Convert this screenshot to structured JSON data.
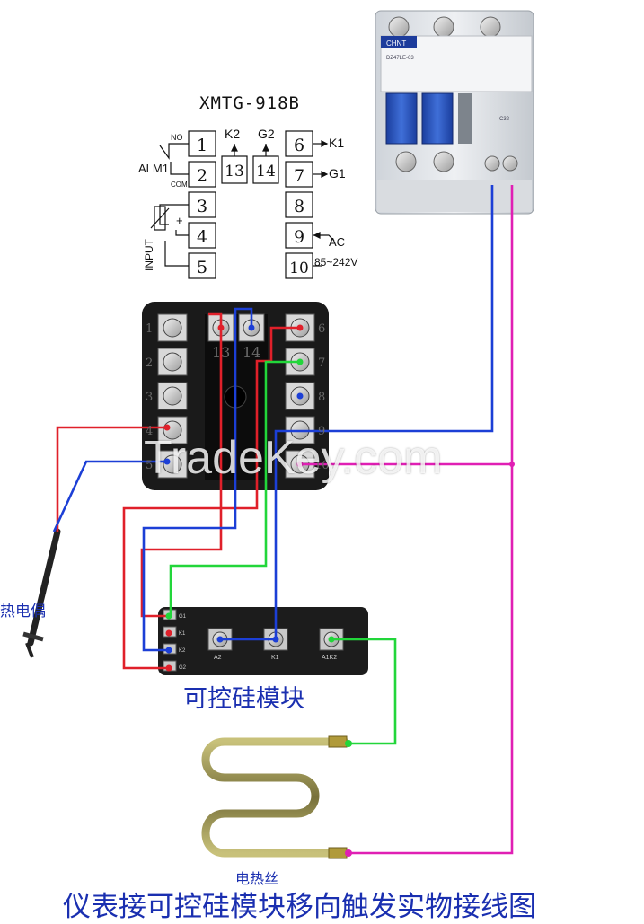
{
  "diagram": {
    "model": "XMTG-918B",
    "terminals_left": [
      "1",
      "2",
      "3",
      "4",
      "5"
    ],
    "terminals_mid": [
      "13",
      "14"
    ],
    "terminals_right": [
      "6",
      "7",
      "8",
      "9",
      "10"
    ],
    "alarm_label": "ALM1",
    "no_label": "NO",
    "com_label": "COM",
    "input_label": "INPUT",
    "plus_label": "+",
    "k2_label": "K2",
    "g2_label": "G2",
    "k1_label": "K1",
    "g1_label": "G1",
    "ac_label": "AC",
    "voltage_label": "85~242V",
    "block_numbers_right": [
      "6",
      "7",
      "8",
      "9",
      "10"
    ],
    "block_numbers_left": [
      "1",
      "2",
      "3",
      "4",
      "5"
    ],
    "block_numbers_mid": [
      "13",
      "14"
    ],
    "breaker_brand": "CHNT",
    "breaker_model": "DZ47LE-63",
    "breaker_rating": "C32",
    "module_terminals": [
      "A2",
      "K1",
      "A1K2"
    ],
    "module_small_terminals": [
      "G1",
      "K1",
      "K2",
      "G2"
    ],
    "module_title": "可控硅模块",
    "thermocouple_label": "热电偶",
    "heater_label": "电热丝",
    "bottom_title": "仪表接可控硅模块移向触发实物接线图",
    "watermark": "TradeKey.com"
  },
  "colors": {
    "red": "#e0202a",
    "blue": "#1c3fd6",
    "green": "#22d63a",
    "magenta": "#e01fb4",
    "title_blue": "#1a2fb0"
  }
}
